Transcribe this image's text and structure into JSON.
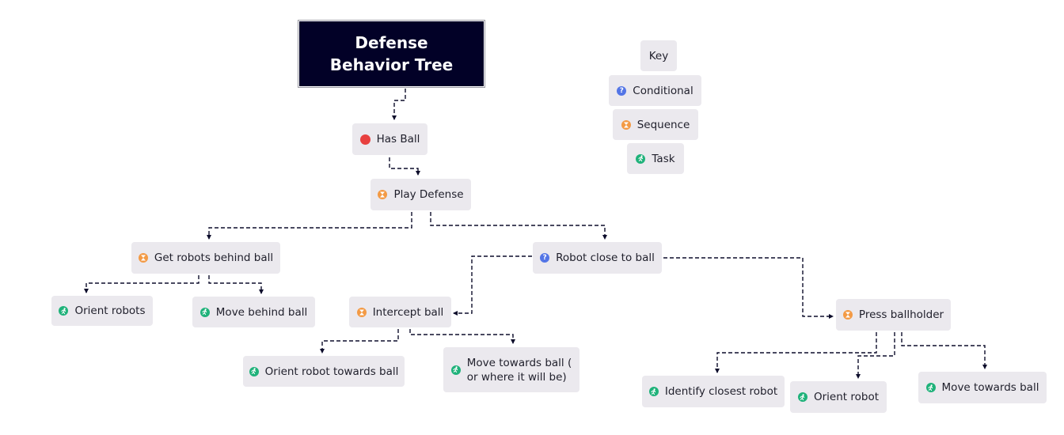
{
  "title": "Defense Behavior Tree",
  "key": {
    "heading": "Key",
    "conditional": "Conditional",
    "sequence": "Sequence",
    "task": "Task"
  },
  "nodes": {
    "has_ball": "Has Ball",
    "play_defense": "Play Defense",
    "get_robots_behind_ball": "Get robots behind ball",
    "robot_close_to_ball": "Robot close to ball",
    "orient_robots": "Orient robots",
    "move_behind_ball": "Move behind ball",
    "intercept_ball": "Intercept ball",
    "press_ballholder": "Press ballholder",
    "orient_robot_towards_ball": "Orient robot towards ball",
    "move_towards_ball_or_where": "Move towards ball (\nor where it will be)",
    "identify_closest_robot": "Identify closest robot",
    "orient_robot": "Orient robot",
    "move_towards_ball": "Move towards ball"
  },
  "colors": {
    "title_background": "#020127",
    "node_background": "#ebe9ee",
    "has_ball_icon": "#e8403f",
    "sequence_icon": "#f39a45",
    "conditional_icon": "#5375e6",
    "task_icon": "#1fb27a",
    "connector": "#0d0d2b"
  },
  "icons": {
    "has_ball": "red-circle-icon",
    "conditional": "question-icon",
    "sequence": "sequence-hourglass-icon",
    "task": "running-person-icon"
  }
}
